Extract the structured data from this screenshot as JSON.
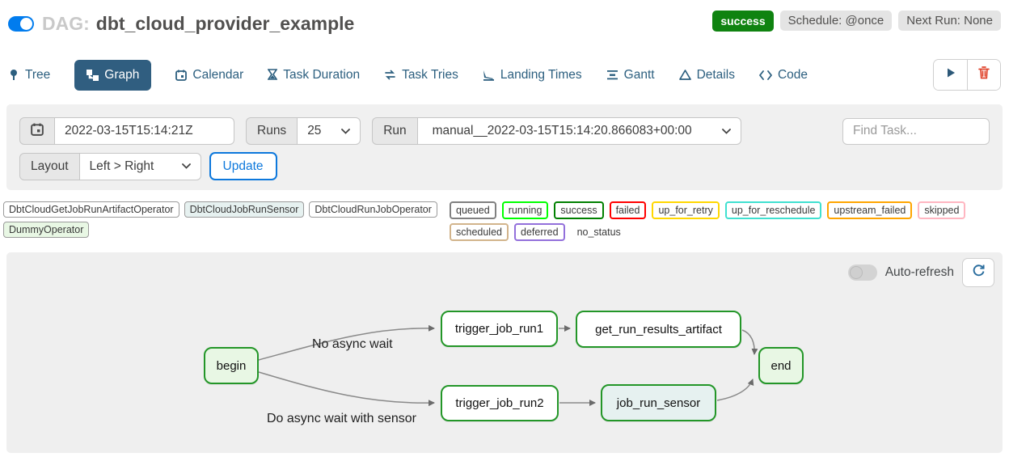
{
  "header": {
    "dag_prefix": "DAG:",
    "dag_title": "dbt_cloud_provider_example",
    "status_badge": "success",
    "schedule_badge": "Schedule: @once",
    "next_run_badge": "Next Run: None"
  },
  "colors": {
    "toggle_on": "#017cee",
    "success_badge": "#0f8310",
    "tab_active_bg": "#305e80",
    "tab_text": "#2c5f7f",
    "node_border": "#239628",
    "trash_red": "#e0442c",
    "update_blue": "#0d78dc"
  },
  "icons": {
    "dag_toggle": "switch-on",
    "tree": "map-pin",
    "graph": "sitemap",
    "calendar": "calendar",
    "task_duration": "hourglass",
    "task_tries": "repeat-arrows",
    "landing_times": "plane-landing",
    "gantt": "gantt-bars",
    "details": "triangle-outline",
    "code": "angle-brackets",
    "play": "play-triangle",
    "trash": "trash-can",
    "chevron": "chevron-down",
    "auto_refresh_toggle": "switch-off",
    "refresh": "circular-arrow"
  },
  "tabs": [
    {
      "label": "Tree"
    },
    {
      "label": "Graph",
      "active": true
    },
    {
      "label": "Calendar"
    },
    {
      "label": "Task Duration"
    },
    {
      "label": "Task Tries"
    },
    {
      "label": "Landing Times"
    },
    {
      "label": "Gantt"
    },
    {
      "label": "Details"
    },
    {
      "label": "Code"
    }
  ],
  "filters": {
    "date_value": "2022-03-15T15:14:21Z",
    "runs_label": "Runs",
    "runs_value": "25",
    "run_label": "Run",
    "run_value": "manual__2022-03-15T15:14:20.866083+00:00",
    "find_task_placeholder": "Find Task...",
    "layout_label": "Layout",
    "layout_value": "Left > Right",
    "update_label": "Update"
  },
  "legend": {
    "operators": [
      {
        "label": "DbtCloudGetJobRunArtifactOperator",
        "bg": "#ffffff"
      },
      {
        "label": "DbtCloudJobRunSensor",
        "bg": "#e6f1f0"
      },
      {
        "label": "DbtCloudRunJobOperator",
        "bg": "#ffffff"
      },
      {
        "label": "DummyOperator",
        "bg": "#e8f7e4"
      }
    ],
    "states": [
      {
        "label": "queued",
        "border": "#808080"
      },
      {
        "label": "running",
        "border": "#00ff00"
      },
      {
        "label": "success",
        "border": "#008000"
      },
      {
        "label": "failed",
        "border": "#ff0000"
      },
      {
        "label": "up_for_retry",
        "border": "#ffd700"
      },
      {
        "label": "up_for_reschedule",
        "border": "#40e0d0"
      },
      {
        "label": "upstream_failed",
        "border": "#ffa500"
      },
      {
        "label": "skipped",
        "border": "#ffb6c1"
      },
      {
        "label": "scheduled",
        "border": "#d2b48c"
      },
      {
        "label": "deferred",
        "border": "#9370db"
      },
      {
        "label": "no_status",
        "border": "transparent"
      }
    ]
  },
  "graph": {
    "auto_refresh_label": "Auto-refresh",
    "edge_labels": [
      "No async wait",
      "Do async wait with sensor"
    ],
    "nodes": [
      {
        "label": "begin",
        "fill": "#e8f7e4"
      },
      {
        "label": "trigger_job_run1",
        "fill": "#ffffff"
      },
      {
        "label": "get_run_results_artifact",
        "fill": "#ffffff"
      },
      {
        "label": "end",
        "fill": "#e8f7e4"
      },
      {
        "label": "trigger_job_run2",
        "fill": "#ffffff"
      },
      {
        "label": "job_run_sensor",
        "fill": "#e6f1f0"
      }
    ]
  }
}
